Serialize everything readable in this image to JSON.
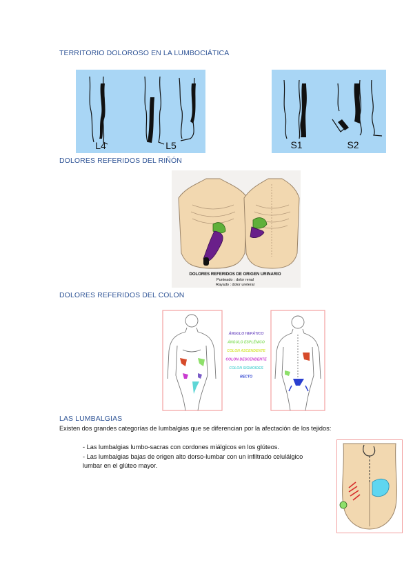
{
  "sections": {
    "s1": {
      "title": "TERRITORIO DOLOROSO EN LA LUMBOCIÁTICA"
    },
    "s2": {
      "title": "DOLORES REFERIDOS DEL RIÑÓN"
    },
    "s3": {
      "title": "DOLORES REFERIDOS DEL COLON"
    },
    "s4": {
      "title": "LAS LUMBALGIAS"
    }
  },
  "figures": {
    "lumbo": {
      "labels": [
        "L4",
        "L5",
        "S1",
        "S2"
      ]
    },
    "kidney": {
      "caption_title": "DOLORES REFERIDOS DE ORIGEN URINARIO",
      "caption_line1": "Punteado : dolor renal",
      "caption_line2": "Rayado : dolor ureteral"
    },
    "colon": {
      "legend": [
        {
          "label": "ÁNGULO HEPÁTICO",
          "color": "#7b5cc7"
        },
        {
          "label": "ÁNGULO ESPLÉNICO",
          "color": "#8ee06a"
        },
        {
          "label": "COLON ASCENDENTE",
          "color": "#d8e84a"
        },
        {
          "label": "COLON DESCENDENTE",
          "color": "#c93ad0"
        },
        {
          "label": "COLON SIGMOIDES",
          "color": "#5fd6d6"
        },
        {
          "label": "RECTO",
          "color": "#2a3fd0"
        }
      ]
    }
  },
  "lumbalgias": {
    "intro": "Existen dos grandes categorías de lumbalgias que se diferencian por la afectación de los tejidos:",
    "item1": "- Las lumbalgias lumbo-sacras con cordones miálgicos en los glúteos.",
    "item2_line1": "- Las lumbalgias bajas de origen alto dorso-lumbar con un infiltrado celulálgico",
    "item2_line2": "lumbar en el glúteo mayor."
  },
  "colors": {
    "heading": "#2f5496",
    "blue_panel": "#a9d6f5",
    "colon_border": "#f2a0a0"
  }
}
